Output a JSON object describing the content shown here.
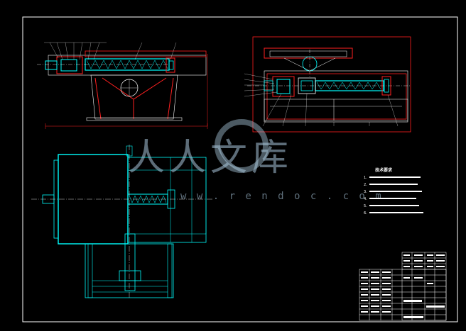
{
  "drawing": {
    "technical_requirements_title": "技术要求",
    "technical_requirements": [
      "1. ",
      "2. ",
      "3. ",
      "4. ",
      "5. ",
      "6. "
    ]
  },
  "watermark": {
    "text": "人人文库",
    "url": "w w . r e n d o c . c o m"
  },
  "colors": {
    "background": "#000000",
    "outline": "#ffffff",
    "part": "#00ffff",
    "hatch": "#ff2020",
    "centerline": "#ffffff"
  }
}
